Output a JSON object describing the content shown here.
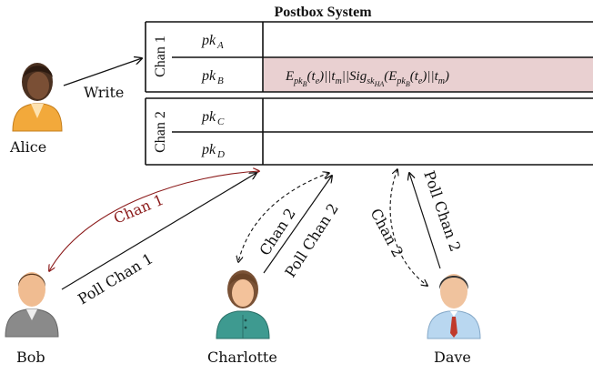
{
  "title": "Postbox System",
  "channels": [
    {
      "label": "Chan 1",
      "slots": [
        {
          "key": "pk",
          "sub": "A"
        },
        {
          "key": "pk",
          "sub": "B"
        }
      ]
    },
    {
      "label": "Chan 2",
      "slots": [
        {
          "key": "pk",
          "sub": "C"
        },
        {
          "key": "pk",
          "sub": "D"
        }
      ]
    }
  ],
  "message": "E_{pk_B}(t_e)||t_m||Sig_{sk_{HA}}(E_{pk_B}(t_e)||t_m)",
  "highlight_color": "#e9d0d1",
  "people": [
    {
      "name": "Alice"
    },
    {
      "name": "Bob"
    },
    {
      "name": "Charlotte"
    },
    {
      "name": "Dave"
    }
  ],
  "arrows": {
    "write": "Write",
    "bob_chan": "Chan 1",
    "bob_poll": "Poll Chan 1",
    "charlotte_chan": "Chan 2",
    "charlotte_poll": "Poll Chan 2",
    "dave_chan": "Chan 2",
    "dave_poll": "Poll Chan 2"
  },
  "colors": {
    "chan1_arrow": "#8b1a1a",
    "line": "#111111"
  }
}
